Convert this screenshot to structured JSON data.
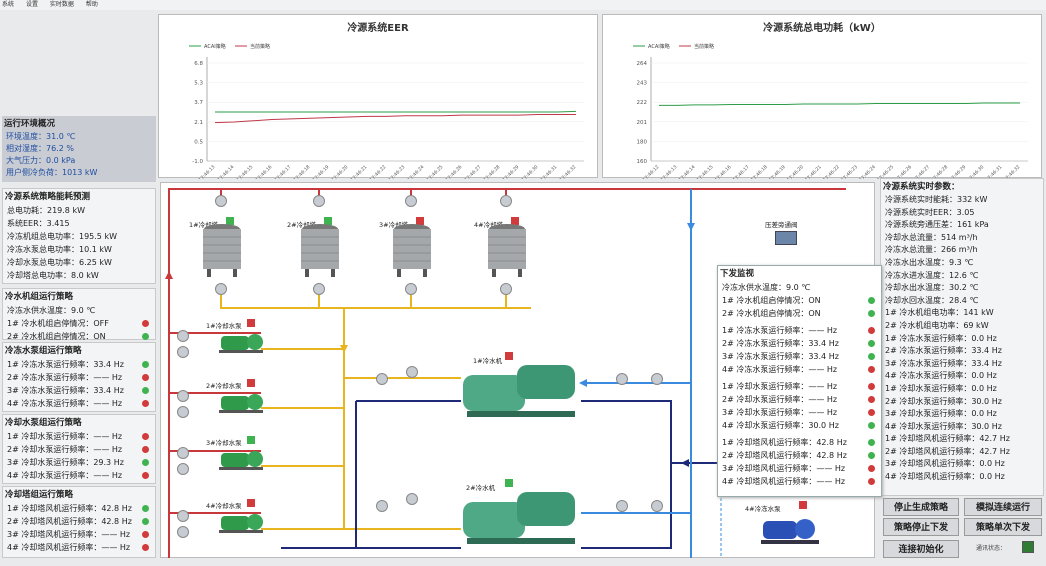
{
  "menu": [
    "系统",
    "设置",
    "实时数据",
    "帮助"
  ],
  "chart1": {
    "title": "冷源系统EER",
    "legend": [
      "ACAI策略",
      "当前策略"
    ],
    "yticks": [
      "6.8",
      "5.3",
      "3.7",
      "2.1",
      "0.5",
      "-1.0"
    ],
    "xticks": [
      "17:46:13",
      "17:46:14",
      "17:46:15",
      "17:46:16",
      "17:46:17",
      "17:46:18",
      "17:46:19",
      "17:46:20",
      "17:46:21",
      "17:46:22",
      "17:46:23",
      "17:46:24",
      "17:46:25",
      "17:46:26",
      "17:46:27",
      "17:46:28",
      "17:46:29",
      "17:46:30",
      "17:46:31",
      "17:46:32"
    ]
  },
  "chart2": {
    "title": "冷源系统总电功耗（kW）",
    "legend": [
      "ACAI策略",
      "当前策略"
    ],
    "yticks": [
      "264",
      "243",
      "222",
      "201",
      "180",
      "160"
    ],
    "xticks": [
      "17:46:12",
      "17:46:13",
      "17:46:14",
      "17:46:15",
      "17:46:16",
      "17:46:17",
      "17:46:18",
      "17:46:19",
      "17:46:20",
      "17:46:21",
      "17:46:22",
      "17:46:23",
      "17:46:24",
      "17:46:25",
      "17:46:26",
      "17:46:27",
      "17:46:28",
      "17:46:29",
      "17:46:30",
      "17:46:31",
      "17:46:32"
    ]
  },
  "chart_data": [
    {
      "type": "line",
      "title": "冷源系统EER",
      "x": [
        "17:46:13",
        "17:46:14",
        "17:46:15",
        "17:46:16",
        "17:46:17",
        "17:46:18",
        "17:46:19",
        "17:46:20",
        "17:46:21",
        "17:46:22",
        "17:46:23",
        "17:46:24",
        "17:46:25",
        "17:46:26",
        "17:46:27",
        "17:46:28",
        "17:46:29",
        "17:46:30",
        "17:46:31",
        "17:46:32"
      ],
      "ylim": [
        -1.0,
        6.8
      ],
      "series": [
        {
          "name": "ACAI策略",
          "color": "#2e9d4a",
          "values": [
            2.9,
            2.9,
            2.9,
            2.9,
            2.9,
            2.9,
            2.9,
            2.9,
            2.9,
            2.9,
            2.9,
            2.9,
            2.9,
            2.9,
            2.9,
            2.9,
            2.9,
            2.9,
            2.9,
            2.95
          ]
        },
        {
          "name": "当前策略",
          "color": "#c0384a",
          "values": [
            2.05,
            2.1,
            2.2,
            2.3,
            2.35,
            2.4,
            2.45,
            2.5,
            2.55,
            2.55,
            2.6,
            2.6,
            2.6,
            2.65,
            2.65,
            2.65,
            2.65,
            2.7,
            2.7,
            2.7
          ]
        }
      ]
    },
    {
      "type": "line",
      "title": "冷源系统总电功耗（kW）",
      "x": [
        "17:46:12",
        "17:46:13",
        "17:46:14",
        "17:46:15",
        "17:46:16",
        "17:46:17",
        "17:46:18",
        "17:46:19",
        "17:46:20",
        "17:46:21",
        "17:46:22",
        "17:46:23",
        "17:46:24",
        "17:46:25",
        "17:46:26",
        "17:46:27",
        "17:46:28",
        "17:46:29",
        "17:46:30",
        "17:46:31",
        "17:46:32"
      ],
      "ylim": [
        160,
        264
      ],
      "series": [
        {
          "name": "ACAI策略",
          "color": "#2e9d4a",
          "values": [
            219,
            219,
            219.5,
            219.5,
            220,
            220,
            220,
            220,
            220.5,
            220.5,
            220.5,
            220.5,
            221,
            221,
            221,
            221,
            221,
            221,
            221.5,
            221.5,
            221.5
          ]
        },
        {
          "name": "当前策略",
          "color": "#c0384a",
          "values": []
        }
      ]
    }
  ],
  "env": {
    "title": "运行环境概况",
    "rows": [
      "环境温度：31.0 ℃",
      "相对湿度：76.2 %",
      "大气压力：0.0 kPa",
      "用户侧冷负荷：1013 kW"
    ]
  },
  "energy": {
    "title": "冷源系统策略能耗预测",
    "rows": [
      "总电功耗：219.8 kW",
      "系统EER：3.415",
      "冷冻机组总电功率：195.5 kW",
      "冷冻水泵总电功率：10.1 kW",
      "冷却水泵总电功率：6.25 kW",
      "冷却塔总电功率：8.0 kW"
    ]
  },
  "chiller": {
    "title": "冷水机组运行策略",
    "rows": [
      "冷冻水供水温度：9.0 ℃",
      "1# 冷水机组启停情况：OFF",
      "2# 冷水机组启停情况：ON"
    ],
    "dots": [
      "",
      "r",
      "g"
    ]
  },
  "chwpump": {
    "title": "冷冻水泵组运行策略",
    "rows": [
      "1# 冷冻水泵运行频率：33.4 Hz",
      "2# 冷冻水泵运行频率：—— Hz",
      "3# 冷冻水泵运行频率：33.4 Hz",
      "4# 冷冻水泵运行频率：—— Hz"
    ],
    "dots": [
      "g",
      "r",
      "g",
      "r"
    ]
  },
  "cwpump": {
    "title": "冷却水泵组运行策略",
    "rows": [
      "1# 冷却水泵运行频率：—— Hz",
      "2# 冷却水泵运行频率：—— Hz",
      "3# 冷却水泵运行频率：29.3 Hz",
      "4# 冷却水泵运行频率：—— Hz"
    ],
    "dots": [
      "r",
      "r",
      "g",
      "r"
    ]
  },
  "tower": {
    "title": "冷却塔组运行策略",
    "rows": [
      "1# 冷却塔风机运行频率：42.8 Hz",
      "2# 冷却塔风机运行频率：42.8 Hz",
      "3# 冷却塔风机运行频率：—— Hz",
      "4# 冷却塔风机运行频率：—— Hz"
    ],
    "dots": [
      "g",
      "g",
      "r",
      "r"
    ]
  },
  "realtime": {
    "title": "冷源系统实时参数：",
    "rows": [
      "冷源系统实时能耗：332 kW",
      "冷源系统实时EER：3.05",
      "冷源系统旁通压差：161 kPa",
      "冷却水总流量：514 m³/h",
      "冷冻水总流量：266 m³/h",
      "冷冻水出水温度：9.3 ℃",
      "冷冻水进水温度：12.6 ℃",
      "冷却水出水温度：30.2 ℃",
      "冷却水回水温度：28.4 ℃",
      "1# 冷水机组电功率：141 kW",
      "2# 冷水机组电功率：69 kW",
      "1# 冷冻水泵运行频率：0.0 Hz",
      "2# 冷冻水泵运行频率：33.4 Hz",
      "3# 冷冻水泵运行频率：33.4 Hz",
      "4# 冷冻水泵运行频率：0.0 Hz",
      "1# 冷却水泵运行频率：0.0 Hz",
      "2# 冷却水泵运行频率：30.0 Hz",
      "3# 冷却水泵运行频率：0.0 Hz",
      "4# 冷却水泵运行频率：30.0 Hz",
      "1# 冷却塔风机运行频率：42.7 Hz",
      "2# 冷却塔风机运行频率：42.7 Hz",
      "3# 冷却塔风机运行频率：0.0 Hz",
      "4# 冷却塔风机运行频率：0.0 Hz"
    ]
  },
  "popup": {
    "title": "下发监视",
    "rows": [
      "冷冻水供水温度：9.0 ℃",
      "1# 冷水机组启停情况：ON",
      "2# 冷水机组启停情况：ON",
      "1# 冷冻水泵运行频率：—— Hz",
      "2# 冷冻水泵运行频率：33.4 Hz",
      "3# 冷冻水泵运行频率：33.4 Hz",
      "4# 冷冻水泵运行频率：—— Hz",
      "1# 冷却水泵运行频率：—— Hz",
      "2# 冷却水泵运行频率：—— Hz",
      "3# 冷却水泵运行频率：—— Hz",
      "4# 冷却水泵运行频率：30.0 Hz",
      "1# 冷却塔风机运行频率：42.8 Hz",
      "2# 冷却塔风机运行频率：42.8 Hz",
      "3# 冷却塔风机运行频率：—— Hz",
      "4# 冷却塔风机运行频率：—— Hz"
    ],
    "dots": [
      "",
      "g",
      "g",
      "r",
      "g",
      "g",
      "r",
      "r",
      "r",
      "r",
      "g",
      "g",
      "g",
      "r",
      "r"
    ]
  },
  "diagram": {
    "towers": [
      "1#冷却塔",
      "2#冷却塔",
      "3#冷却塔",
      "4#冷却塔"
    ],
    "chwpumps": [
      "1#冷却水泵",
      "2#冷却水泵",
      "3#冷却水泵",
      "4#冷却水泵"
    ],
    "chillers": [
      "1#冷水机",
      "2#冷水机"
    ],
    "bypass": "压差旁通阀",
    "cpump": "4#冷冻水泵"
  },
  "buttons": {
    "stop_gen": "停止生成策略",
    "sim": "模拟连续运行",
    "stop_send": "策略停止下发",
    "single": "策略单次下发",
    "init": "连接初始化",
    "status": "通讯状态："
  }
}
